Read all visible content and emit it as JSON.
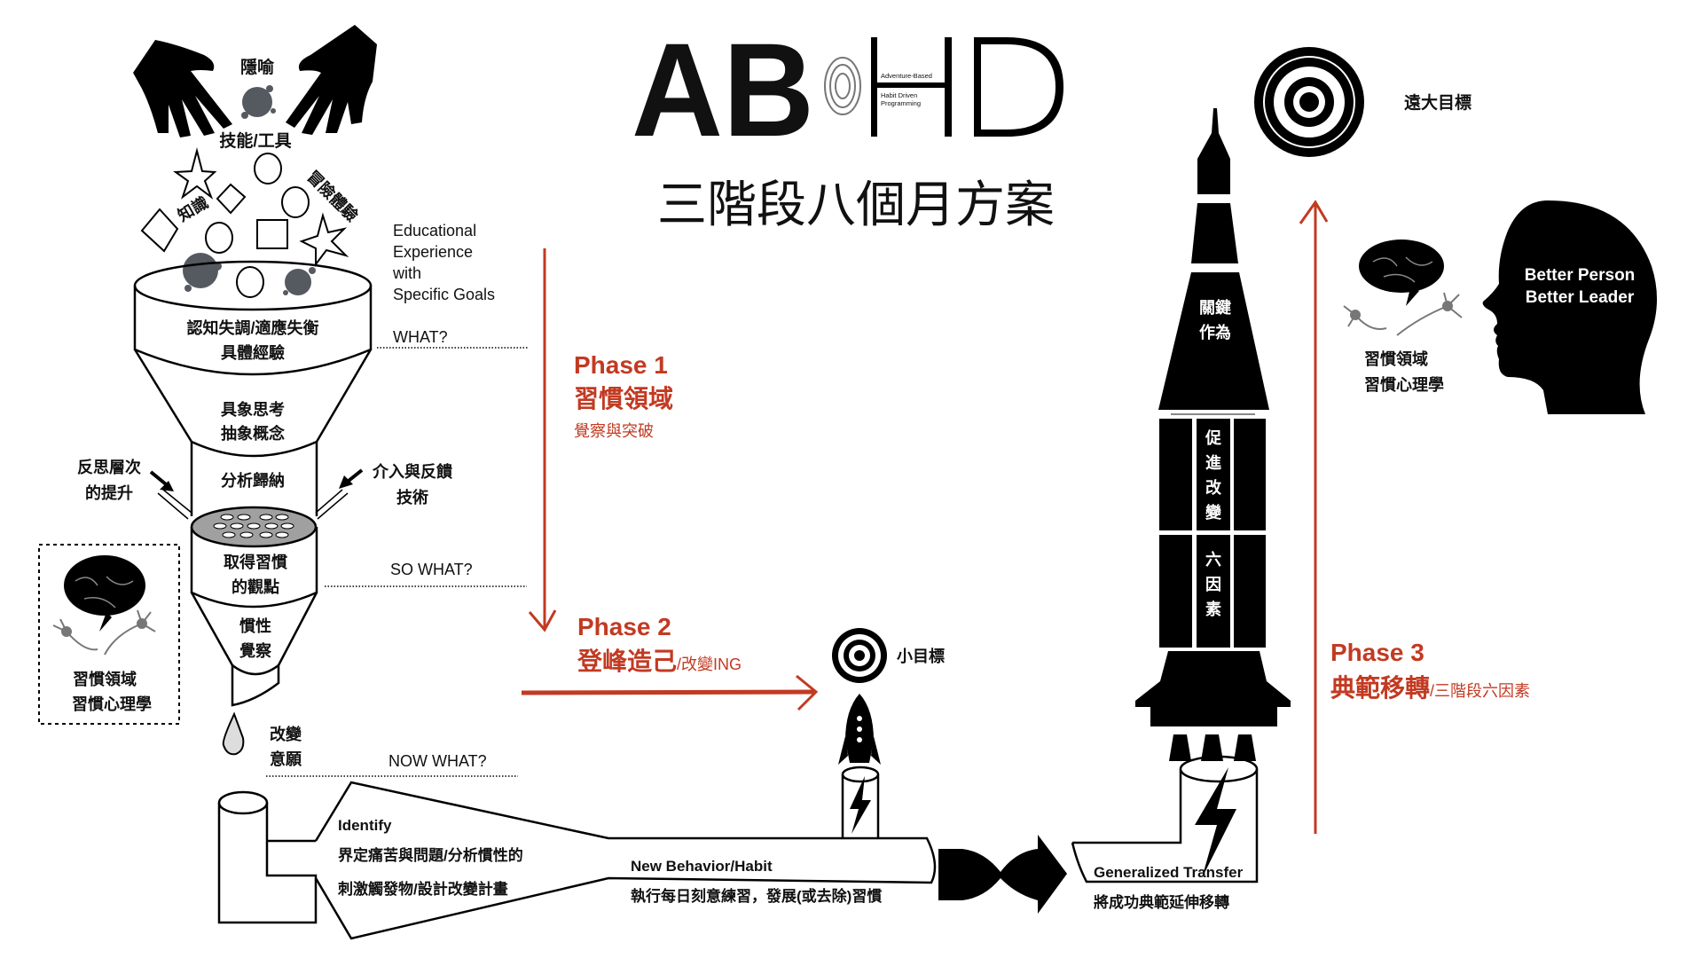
{
  "logo": {
    "letters_left": "AB",
    "letters_right": "HD",
    "tagline": [
      "Adventure-Based",
      "Habit Driven",
      "Programming"
    ]
  },
  "title": "三階段八個月方案",
  "funnel": {
    "metaphor": "隱喻",
    "skills_tools": "技能/工具",
    "knowledge": "知識",
    "adventure": "冒險體驗",
    "layer1": [
      "認知失調/適應失衡",
      "具體經驗"
    ],
    "layer2": [
      "具象思考",
      "抽象概念"
    ],
    "layer3": "分析歸納",
    "layer4": [
      "取得習慣",
      "的觀點"
    ],
    "layer5": [
      "慣性",
      "覺察"
    ],
    "drop": [
      "改變",
      "意願"
    ],
    "left_input": [
      "反思層次",
      "的提升"
    ],
    "right_input": [
      "介入與反饋",
      "技術"
    ],
    "box": [
      "習慣領域",
      "習慣心理學"
    ]
  },
  "questions": {
    "edu": [
      "Educational",
      "Experience",
      "with",
      "Specific Goals"
    ],
    "what": "WHAT?",
    "so_what": "SO WHAT?",
    "now_what": "NOW WHAT?"
  },
  "phases": [
    {
      "label": "Phase 1",
      "title": "習慣領域",
      "sub": "覺察與突破"
    },
    {
      "label": "Phase 2",
      "title": "登峰造己",
      "sub": "/改變ING"
    },
    {
      "label": "Phase 3",
      "title": "典範移轉",
      "sub": "/三階段六因素"
    }
  ],
  "pipeline": {
    "identify": "Identify",
    "identify_desc": [
      "界定痛苦與問題/分析慣性的",
      "刺激觸發物/設計改變計畫"
    ],
    "new_behavior": "New Behavior/Habit",
    "new_behavior_desc": "執行每日刻意練習，發展(或去除)習慣",
    "transfer": "Generalized Transfer",
    "transfer_desc": "將成功典範延伸移轉"
  },
  "small_goal": "小目標",
  "big_goal": "遠大目標",
  "rocket": {
    "upper": [
      "關鍵",
      "作為"
    ],
    "col1": [
      "促",
      "進",
      "改",
      "變"
    ],
    "col2": [
      "六",
      "因",
      "素"
    ]
  },
  "right_panel": {
    "labels": [
      "習慣領域",
      "習慣心理學"
    ],
    "head": [
      "Better Person",
      "Better Leader"
    ]
  },
  "colors": {
    "accent": "#c23a22",
    "ink": "#000000",
    "gray": "#555a60"
  }
}
